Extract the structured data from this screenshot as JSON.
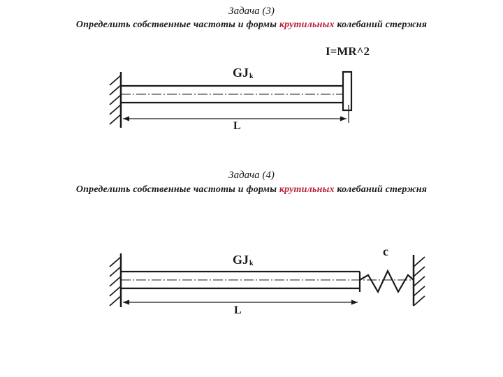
{
  "task3": {
    "title": "Задача (3)",
    "text_before": "Определить собственные частоты и формы ",
    "text_highlight": "крутильных",
    "text_after": " колебаний  стержня",
    "label_stiffness": "GJ",
    "label_stiffness_sub": "k",
    "label_inertia": "I=MR^2",
    "label_length": "L"
  },
  "task4": {
    "title": "Задача (4)",
    "text_before": "Определить собственные частоты и формы ",
    "text_highlight": "крутильных",
    "text_after": " колебаний  стержня",
    "label_stiffness": "GJ",
    "label_stiffness_sub": "k",
    "label_spring": "c",
    "label_length": "L"
  },
  "colors": {
    "highlight": "#b8203a",
    "ink": "#1a1a1a"
  }
}
